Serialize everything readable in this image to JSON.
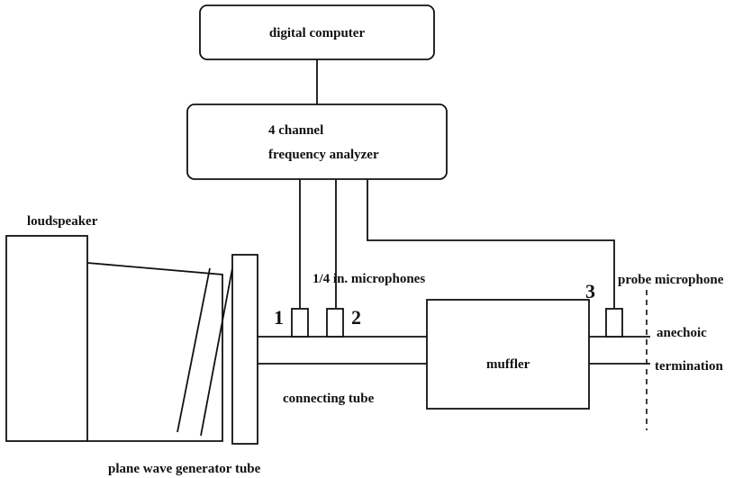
{
  "labels": {
    "computer": "digital computer",
    "analyzer_line1": "4 channel",
    "analyzer_line2": "frequency analyzer",
    "loudspeaker": "loudspeaker",
    "microphones": "1/4 in. microphones",
    "probe_microphone": "probe microphone",
    "muffler": "muffler",
    "anechoic": "anechoic",
    "termination": "termination",
    "connecting_tube": "connecting tube",
    "generator_tube": "plane wave generator tube"
  },
  "mic_numbers": {
    "mic1": "1",
    "mic2": "2",
    "mic3": "3"
  }
}
